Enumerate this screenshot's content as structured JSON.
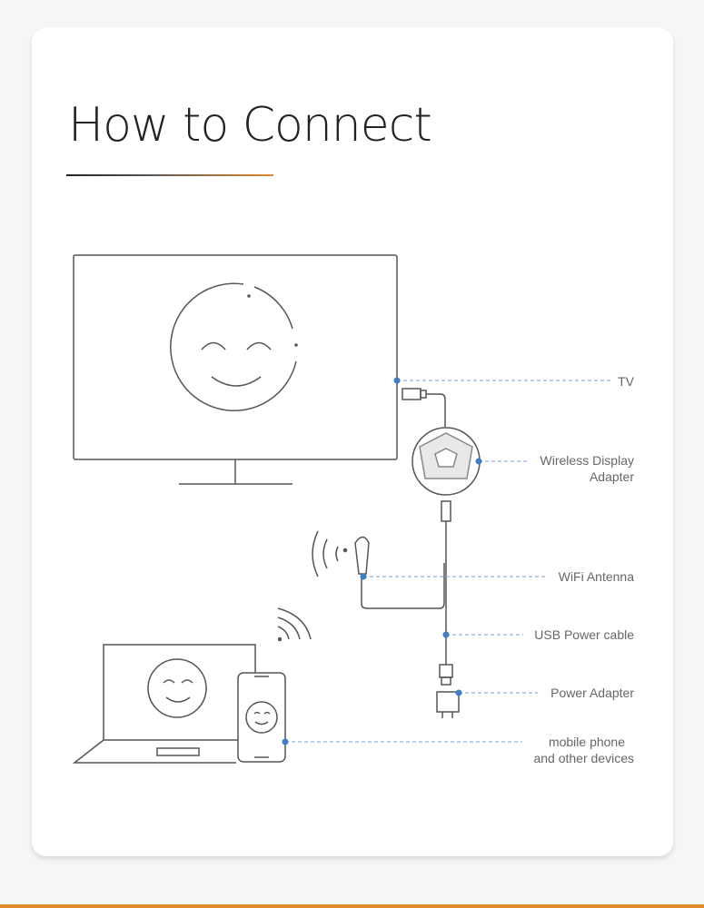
{
  "title": "How to Connect",
  "labels": {
    "tv": "TV",
    "adapter_line1": "Wireless Display",
    "adapter_line2": "Adapter",
    "antenna": "WiFi Antenna",
    "usb_cable": "USB Power cable",
    "power_adapter": "Power Adapter",
    "devices_line1": "mobile phone",
    "devices_line2": "and other devices"
  },
  "colors": {
    "accent": "#e08a2c",
    "callout_dot": "#3f7fc4",
    "callout_line": "#8fb5e0",
    "line_art": "#555555"
  }
}
